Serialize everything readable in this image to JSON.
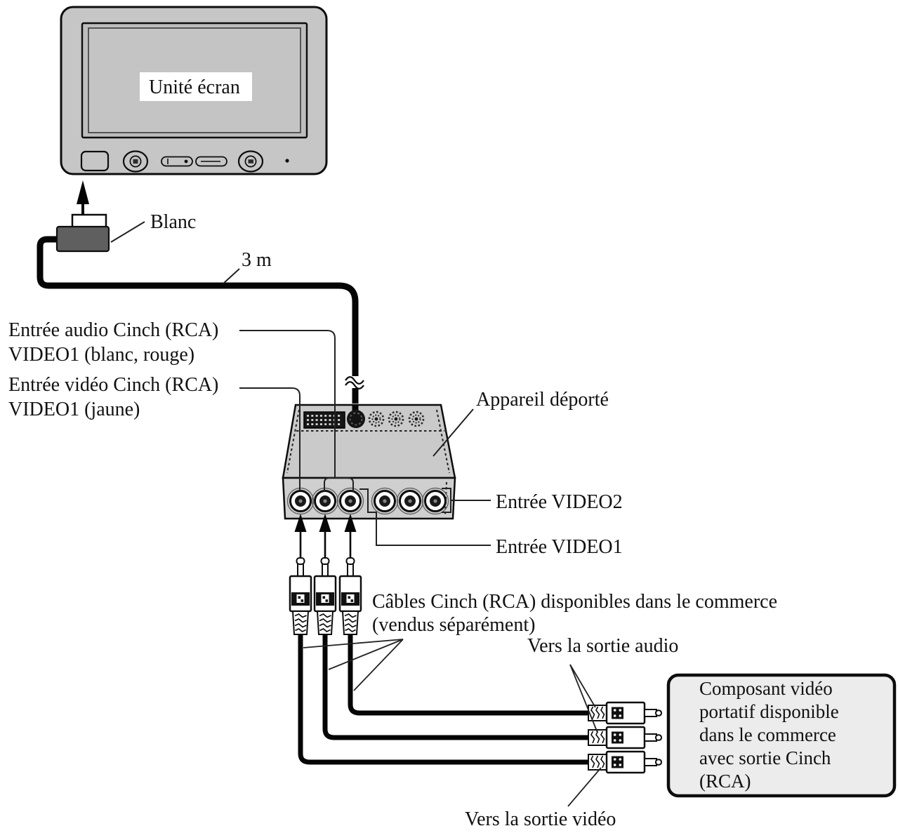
{
  "labels": {
    "monitor_unit": "Unité écran",
    "connector_color": "Blanc",
    "cable_length": "3 m",
    "audio_input_line1": "Entrée audio Cinch (RCA)",
    "audio_input_line2": "VIDEO1 (blanc, rouge)",
    "video_input_line1": "Entrée vidéo Cinch (RCA)",
    "video_input_line2": "VIDEO1 (jaune)",
    "hideaway_unit": "Appareil déporté",
    "video2_input": "Entrée VIDEO2",
    "video1_input": "Entrée VIDEO1",
    "cables_note_line1": "Câbles Cinch (RCA) disponibles dans le commerce",
    "cables_note_line2": "(vendus séparément)",
    "to_audio_output": "Vers la sortie audio",
    "to_video_output": "Vers la sortie vidéo",
    "component_box_line1": "Composant vidéo",
    "component_box_line2": "portatif disponible",
    "component_box_line3": "dans le commerce",
    "component_box_line4": "avec sortie Cinch",
    "component_box_line5": "(RCA)"
  },
  "colors": {
    "casing_gray": "#c6c6c6",
    "screen_gray": "#bdbdbd",
    "screen_inner_gray": "#c4c4c4",
    "device_top_gray": "#cacaca",
    "device_front_gray": "#cfcfcf",
    "connector_dark_gray": "#5f5f5f",
    "box_fill": "#ececec",
    "ink": "#111111"
  }
}
